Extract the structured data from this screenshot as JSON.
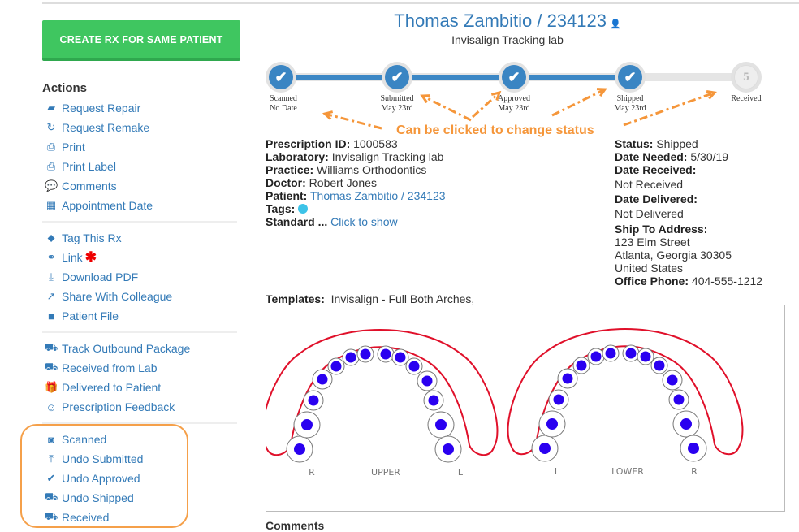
{
  "create_button": "CREATE RX FOR SAME PATIENT",
  "actions_title": "Actions",
  "actions": [
    {
      "label": "Request Repair",
      "icon": "eraser-icon",
      "glyph": "▰"
    },
    {
      "label": "Request Remake",
      "icon": "refresh-icon",
      "glyph": "↻"
    },
    {
      "label": "Print",
      "icon": "print-icon",
      "glyph": "⎙"
    },
    {
      "label": "Print Label",
      "icon": "print-icon",
      "glyph": "⎙"
    },
    {
      "label": "Comments",
      "icon": "comments-icon",
      "glyph": "💬"
    },
    {
      "label": "Appointment Date",
      "icon": "calendar-icon",
      "glyph": "▦"
    },
    {
      "label": "Tag This Rx",
      "icon": "tag-icon",
      "glyph": "⬥"
    },
    {
      "label": "Link",
      "icon": "link-icon",
      "glyph": "⚭",
      "required": "✱"
    },
    {
      "label": "Download PDF",
      "icon": "download-icon",
      "glyph": "⤓"
    },
    {
      "label": "Share With Colleague",
      "icon": "share-icon",
      "glyph": "↗"
    },
    {
      "label": "Patient File",
      "icon": "folder-icon",
      "glyph": "■"
    },
    {
      "label": "Track Outbound Package",
      "icon": "truck-icon",
      "glyph": "⛟"
    },
    {
      "label": "Received from Lab",
      "icon": "truck-icon",
      "glyph": "⛟"
    },
    {
      "label": "Delivered to Patient",
      "icon": "gift-icon",
      "glyph": "🎁"
    },
    {
      "label": "Prescription Feedback",
      "icon": "smile-icon",
      "glyph": "☺"
    },
    {
      "label": "Scanned",
      "icon": "camera-icon",
      "glyph": "◙"
    },
    {
      "label": "Undo Submitted",
      "icon": "upload-icon",
      "glyph": "⤒"
    },
    {
      "label": "Undo Approved",
      "icon": "check-icon",
      "glyph": "✔"
    },
    {
      "label": "Undo Shipped",
      "icon": "truck-icon",
      "glyph": "⛟"
    },
    {
      "label": "Received",
      "icon": "truck-icon",
      "glyph": "⛟"
    }
  ],
  "header": {
    "title": "Thomas Zambitio / 234123",
    "person_icon": "👤",
    "subtitle": "Invisalign Tracking lab"
  },
  "steps": [
    {
      "name": "Scanned",
      "date": "No Date",
      "done": true
    },
    {
      "name": "Submitted",
      "date": "May 23rd",
      "done": true
    },
    {
      "name": "Approved",
      "date": "May 23rd",
      "done": true
    },
    {
      "name": "Shipped",
      "date": "May 23rd",
      "done": true
    },
    {
      "name": "Received",
      "date": "",
      "done": false,
      "number": "5"
    }
  ],
  "annotation": "Can be clicked to change status",
  "details": {
    "prescription_id_label": "Prescription ID:",
    "prescription_id": "1000583",
    "laboratory_label": "Laboratory:",
    "laboratory": "Invisalign Tracking lab",
    "practice_label": "Practice:",
    "practice": "Williams Orthodontics",
    "doctor_label": "Doctor:",
    "doctor": "Robert Jones",
    "patient_label": "Patient:",
    "patient": "Thomas Zambitio / 234123",
    "tags_label": "Tags:",
    "tag_color": "#3cc3e8",
    "standard_label": "Standard ...",
    "standard_link": "Click to show"
  },
  "status": {
    "status_label": "Status:",
    "status": "Shipped",
    "date_needed_label": "Date Needed:",
    "date_needed": "5/30/19",
    "date_received_label": "Date Received:",
    "date_received": "Not Received",
    "date_delivered_label": "Date Delivered:",
    "date_delivered": "Not Delivered",
    "ship_to_label": "Ship To Address:",
    "address1": "123 Elm Street",
    "address2": "Atlanta, Georgia 30305",
    "address3": "United States",
    "office_phone_label": "Office Phone:",
    "office_phone": "404-555-1212"
  },
  "templates": {
    "label": "Templates:",
    "value": "Invisalign - Full Both Arches,"
  },
  "arches": {
    "upper": {
      "label": "UPPER",
      "left": "R",
      "right": "L"
    },
    "lower": {
      "label": "LOWER",
      "left": "L",
      "right": "R"
    }
  },
  "comments_title": "Comments",
  "colors": {
    "accent": "#337ab7",
    "green": "#3fc660",
    "orange": "#f5963a",
    "step_blue": "#3a85c3",
    "tooth_dot": "#2a00f0",
    "arch_outline": "#e0102a"
  }
}
